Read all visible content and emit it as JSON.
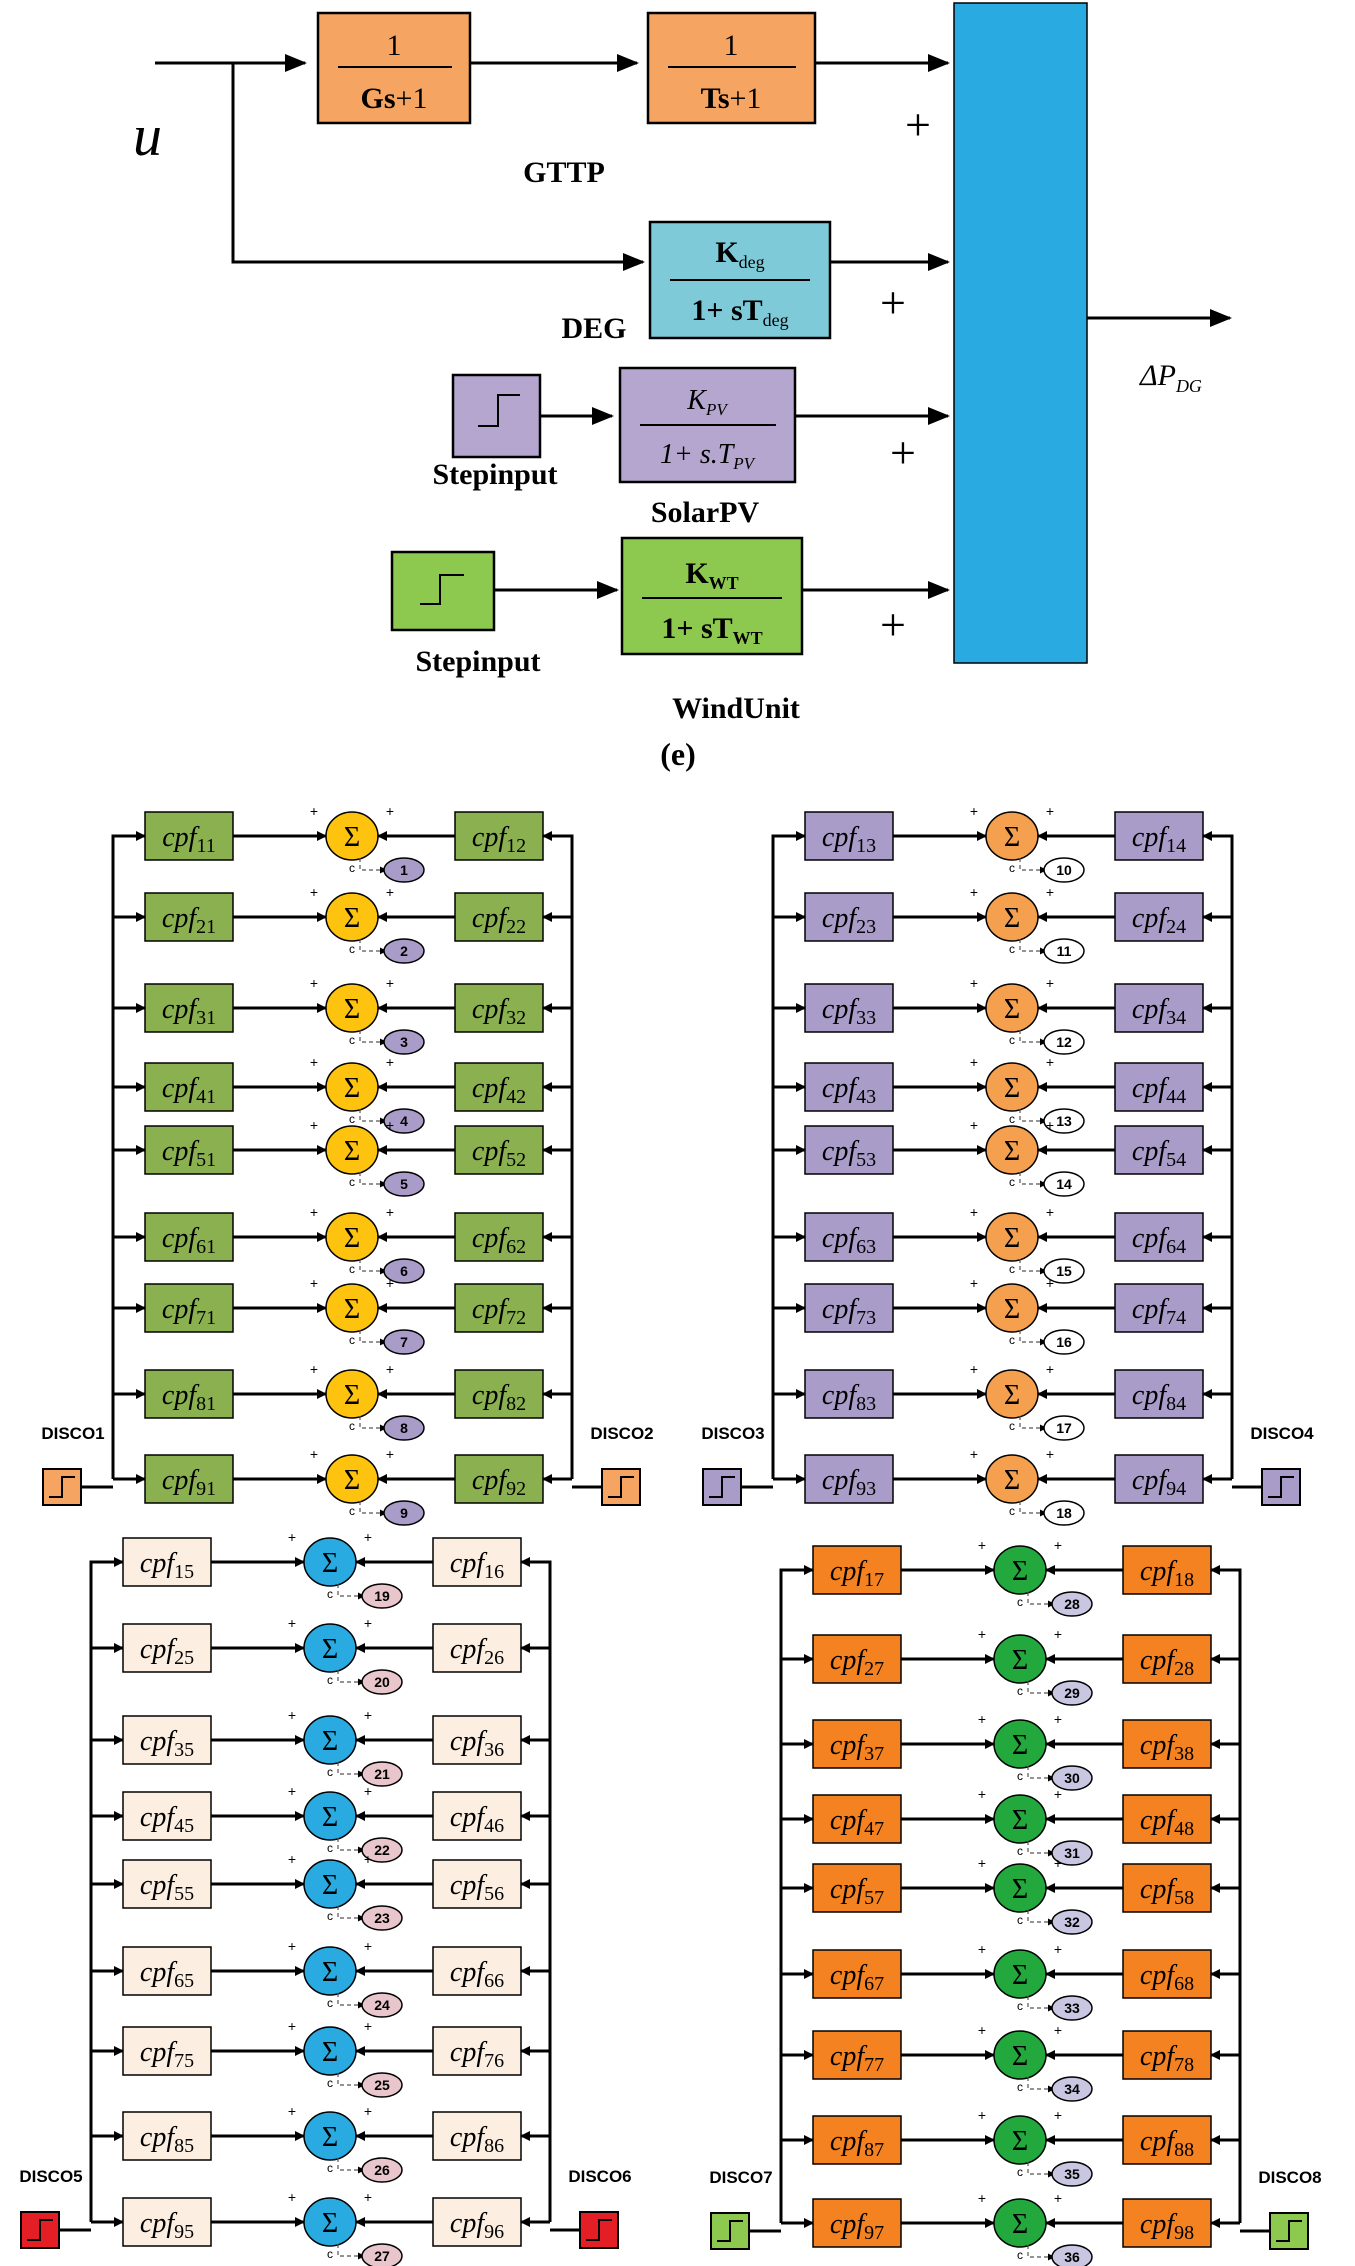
{
  "top": {
    "input": "u",
    "output": "ΔP",
    "output_sub": "DG",
    "caption": "(e)",
    "gttp_label": "GTTP",
    "deg_label": "DEG",
    "solar_label": "SolarPV",
    "wind_label": "WindUnit",
    "step1_label": "Stepinput",
    "step2_label": "Stepinput",
    "plus": "+",
    "tf1": {
      "num": "1",
      "den_a": "Gs",
      "den_b": "+1"
    },
    "tf2": {
      "num": "1",
      "den_a": "Ts",
      "den_b": "+1"
    },
    "tf_deg": {
      "num": "K",
      "num_sub": "deg",
      "den_a": "1+ sT",
      "den_sub": "deg"
    },
    "tf_pv": {
      "num": "K",
      "num_sub": "PV",
      "den_a": "1+ s.T",
      "den_sub": "PV"
    },
    "tf_wt": {
      "num": "K",
      "num_sub": "WT",
      "den_a": "1+ sT",
      "den_sub": "WT"
    },
    "colors": {
      "gttp": "#f5a461",
      "deg": "#7ecad8",
      "solar": "#b5a6cf",
      "wind": "#8dc84f",
      "summer": "#29abe2"
    }
  },
  "panels": [
    {
      "left_disco": "DISCO1",
      "right_disco": "DISCO2",
      "block_color": "#8ab050",
      "circle_color": "#fdc30f",
      "bubble_color": "#a99cc9",
      "left_cpf": [
        "11",
        "21",
        "31",
        "41",
        "51",
        "61",
        "71",
        "81",
        "91"
      ],
      "right_cpf": [
        "12",
        "22",
        "32",
        "42",
        "52",
        "62",
        "72",
        "82",
        "92"
      ],
      "outputs": [
        "1",
        "2",
        "3",
        "4",
        "5",
        "6",
        "7",
        "8",
        "9"
      ]
    },
    {
      "left_disco": "DISCO3",
      "right_disco": "DISCO4",
      "block_color": "#a99cc9",
      "circle_color": "#f5a04e",
      "bubble_color": "#ffffff",
      "left_cpf": [
        "13",
        "23",
        "33",
        "43",
        "53",
        "63",
        "73",
        "83",
        "93"
      ],
      "right_cpf": [
        "14",
        "24",
        "34",
        "44",
        "54",
        "64",
        "74",
        "84",
        "94"
      ],
      "outputs": [
        "10",
        "11",
        "12",
        "13",
        "14",
        "15",
        "16",
        "17",
        "18"
      ]
    },
    {
      "left_disco": "DISCO5",
      "right_disco": "DISCO6",
      "block_color": "#fcefe2",
      "circle_color": "#29abe2",
      "bubble_color": "#e8c6cb",
      "left_cpf": [
        "15",
        "25",
        "35",
        "45",
        "55",
        "65",
        "75",
        "85",
        "95"
      ],
      "right_cpf": [
        "16",
        "26",
        "36",
        "46",
        "56",
        "66",
        "76",
        "86",
        "96"
      ],
      "outputs": [
        "19",
        "20",
        "21",
        "22",
        "23",
        "24",
        "25",
        "26",
        "27"
      ]
    },
    {
      "left_disco": "DISCO7",
      "right_disco": "DISCO8",
      "block_color": "#f58220",
      "circle_color": "#22a83c",
      "bubble_color": "#c9c6e2",
      "left_cpf": [
        "17",
        "27",
        "37",
        "47",
        "57",
        "67",
        "77",
        "87",
        "97"
      ],
      "right_cpf": [
        "18",
        "28",
        "38",
        "48",
        "58",
        "68",
        "78",
        "88",
        "98"
      ],
      "outputs": [
        "28",
        "29",
        "30",
        "31",
        "32",
        "33",
        "34",
        "35",
        "36"
      ]
    }
  ],
  "labels": {
    "cpf": "cpf",
    "sigma": "Σ",
    "c": "c",
    "plus": "+"
  },
  "disco_colors": [
    "#f5a461",
    "#f5a461",
    "#a99cc9",
    "#a99cc9",
    "#e31e24",
    "#e31e24",
    "#8dc84f",
    "#8dc84f"
  ]
}
